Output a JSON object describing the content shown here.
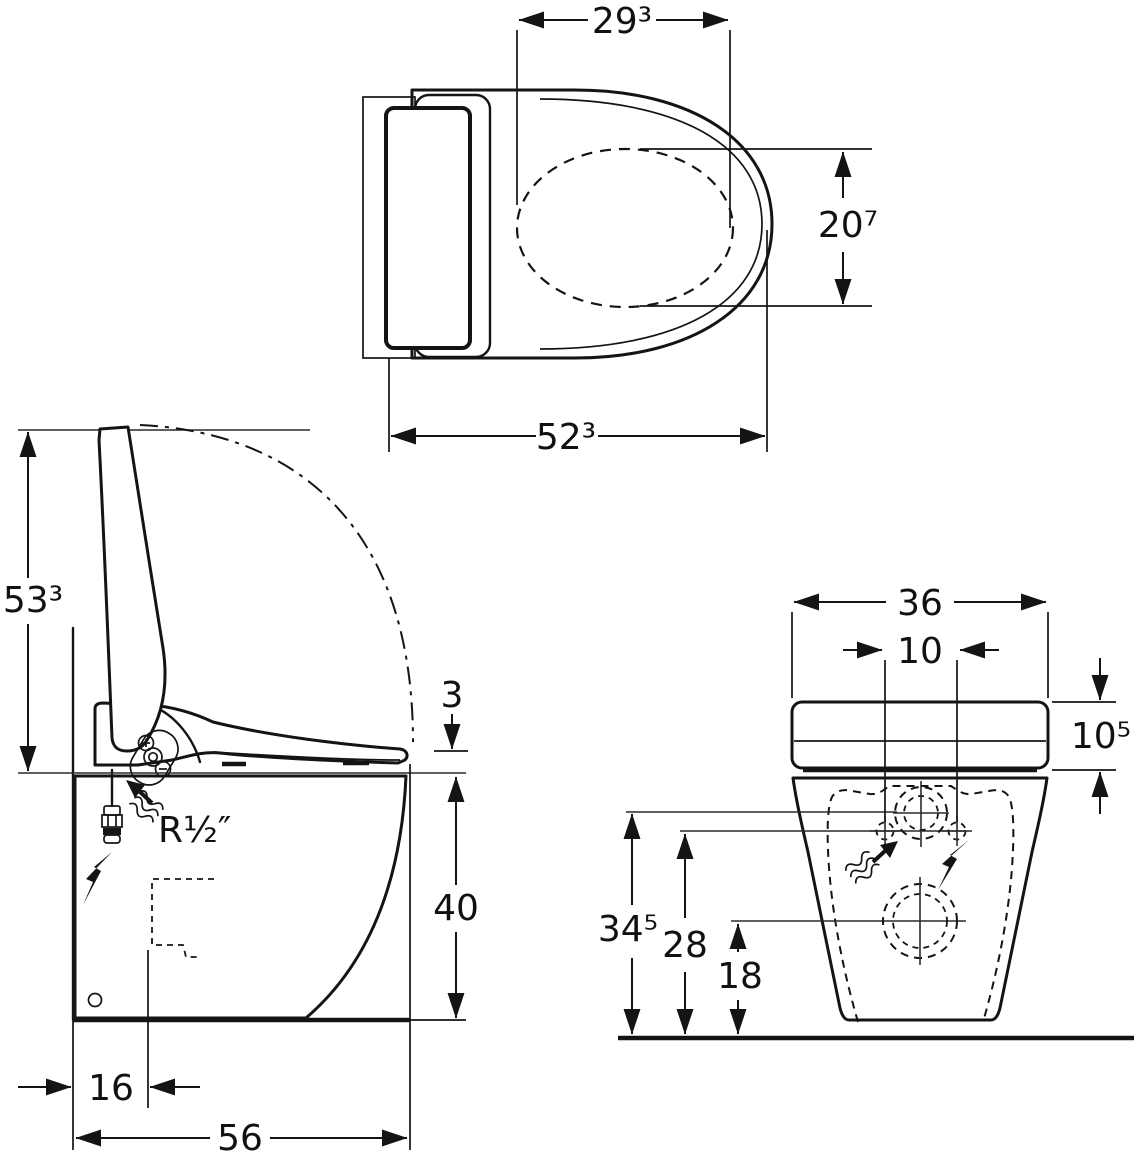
{
  "title": "Dimensioned technical drawing — floor-standing shower toilet with raised lid (top, side and rear views)",
  "colors": {
    "line": "#141414",
    "background": "#ffffff"
  },
  "icons": {
    "water_supply": "wavy-arrow",
    "power_supply": "lightning-bolt"
  },
  "views": {
    "top": {
      "name": "top view",
      "dimensions": {
        "inner_width": "29³",
        "bowl_depth": "20⁷",
        "overall_length": "52³"
      }
    },
    "side": {
      "name": "side view",
      "dimensions": {
        "lid_open_height": "53³",
        "seat_lip_gap": "3",
        "bowl_height": "40",
        "supply_offset_from_wall": "16",
        "overall_depth": "56"
      },
      "annotations": {
        "water_connection": "R½″"
      }
    },
    "rear": {
      "name": "rear view",
      "dimensions": {
        "overall_width": "36",
        "connection_spacing": "10",
        "seat_unit_height": "10⁵",
        "upper_connection_height": "34⁵",
        "connections_height": "28",
        "outlet_height": "18"
      }
    }
  }
}
